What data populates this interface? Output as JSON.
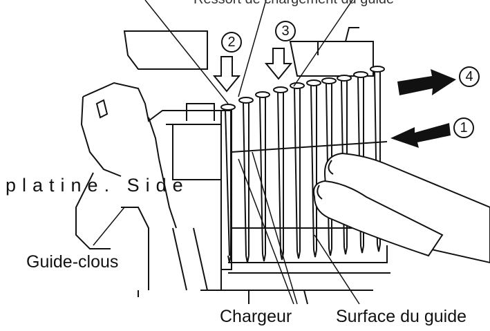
{
  "labels": {
    "top_cut": "Ressort de chargement du guide",
    "platine": "platine. Side",
    "guide_clous": "Guide-clous",
    "chargeur": "Chargeur",
    "surface_guide": "Surface du guide"
  },
  "steps": [
    "1",
    "2",
    "3",
    "4"
  ],
  "nails": {
    "count": 10
  },
  "colors": {
    "line": "#111111",
    "background": "#ffffff",
    "arrow": "#111111",
    "skin": "#ffffff"
  }
}
